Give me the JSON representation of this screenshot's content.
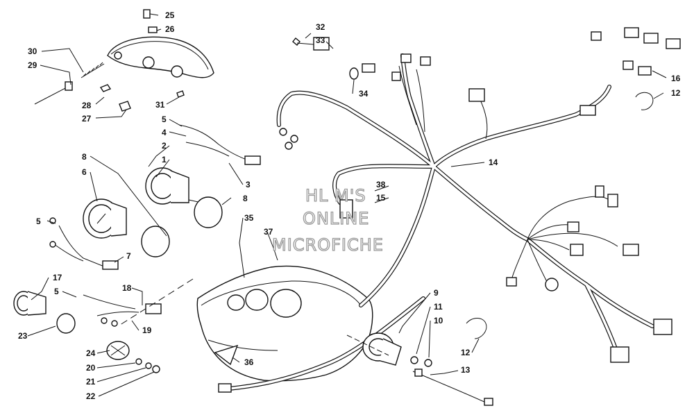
{
  "diagram": {
    "callouts": [
      "25",
      "26",
      "30",
      "29",
      "28",
      "27",
      "31",
      "5",
      "4",
      "2",
      "1",
      "3",
      "8",
      "6",
      "8",
      "5",
      "7",
      "35",
      "37",
      "17",
      "5",
      "18",
      "19",
      "23",
      "24",
      "20",
      "21",
      "22",
      "36",
      "32",
      "33",
      "34",
      "14",
      "16",
      "12",
      "38",
      "15",
      "9",
      "11",
      "10",
      "12",
      "13"
    ]
  },
  "watermark": {
    "lines": [
      "HL M'S",
      "ONLINE",
      "MICROFICHE"
    ]
  },
  "colors": {
    "ink": "#111111",
    "paper": "#ffffff",
    "watermark": "#9a9a9a"
  }
}
